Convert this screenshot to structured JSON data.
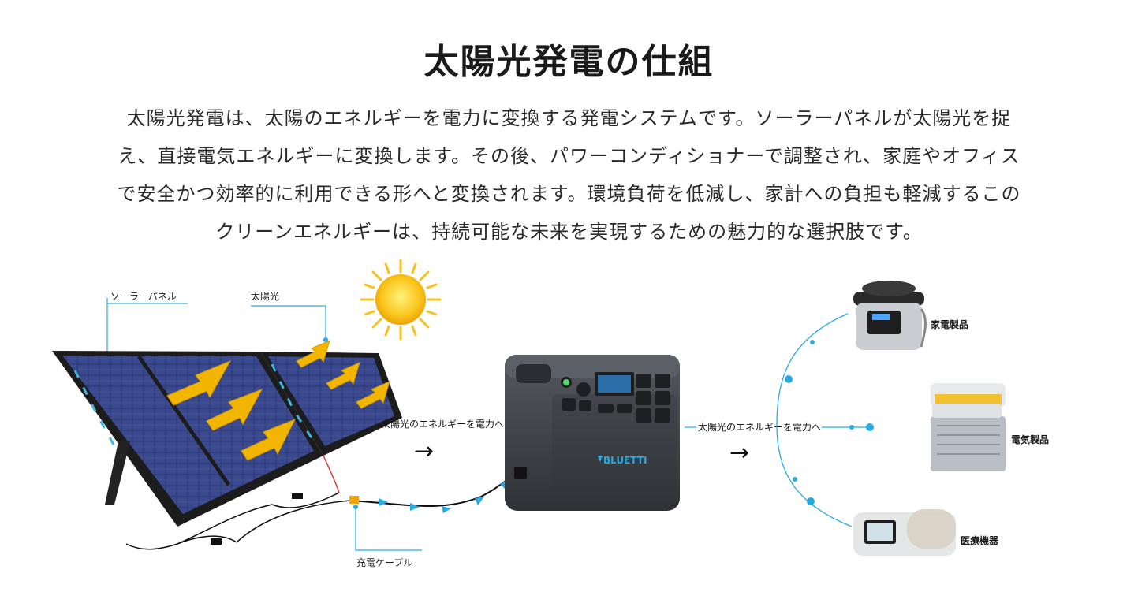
{
  "heading": "太陽光発電の仕組",
  "description": [
    "太陽光発電は、太陽のエネルギーを電力に変換する発電システムです。ソーラーパネルが太陽光を捉",
    "え、直接電気エネルギーに変換します。その後、パワーコンディショナーで調整され、家庭やオフィス",
    "で安全かつ効率的に利用できる形へと変換されます。環境負荷を低減し、家計への負担も軽減するこの",
    "クリーンエネルギーは、持続可能な未来を実現するための魅力的な選択肢です。"
  ],
  "labels": {
    "solar_panel": "ソーラーパネル",
    "sunlight": "太陽光",
    "charging_cable": "充電ケーブル",
    "flow_to_station": "太陽光のエネルギーを電力へ",
    "flow_to_devices": "太陽光のエネルギーを電力へ",
    "arrow_glyph": "→",
    "brand": "BLUETTI"
  },
  "devices": [
    {
      "label": "家電製品"
    },
    {
      "label": "電気製品"
    },
    {
      "label": "医療機器"
    }
  ],
  "colors": {
    "accent_line": "#29abe2",
    "sun": "#f7c21b",
    "sun_arrow": "#f3b600",
    "panel": "#2a3566",
    "panel_frame": "#1a1a1a",
    "station_body": "#3a3d42"
  }
}
